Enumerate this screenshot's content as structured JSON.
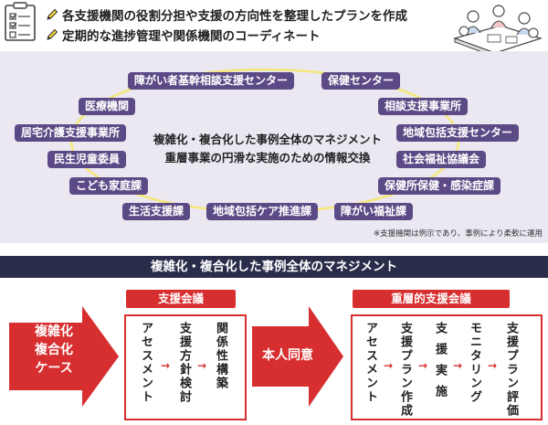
{
  "header": {
    "bullets": [
      "各支援機関の役割分担や支援の方向性を整理したプランを作成",
      "定期的な進捗管理や関係機関のコーディネート"
    ]
  },
  "network": {
    "tags": [
      "障がい者基幹相談支援センター",
      "保健センター",
      "医療機関",
      "相談支援事業所",
      "居宅介護支援事業所",
      "地域包括支援センター",
      "民生児童委員",
      "社会福祉協議会",
      "こども家庭課",
      "保健所保健・感染症課",
      "生活支援課",
      "地域包括ケア推進課",
      "障がい福祉課"
    ],
    "center_lines": [
      "複雑化・複合化した事例全体のマネジメント",
      "重層事業の円滑な実施のための情報交換"
    ],
    "note": "※支援機関は例示であり、事例により柔軟に運用"
  },
  "banner": "複雑化・複合化した事例全体のマネジメント",
  "flow": {
    "start_case": [
      "複雑化",
      "複合化",
      "ケース"
    ],
    "meeting1": {
      "label": "支援会議",
      "steps": [
        "アセスメント",
        "支援方針検討",
        "関係性構築"
      ]
    },
    "consent": "本人同意",
    "meeting2": {
      "label": "重層的支援会議",
      "steps": [
        "アセスメント",
        "支援プラン作成",
        "支援実施",
        "モニタリング",
        "支援プラン評価"
      ]
    },
    "step_arrow": "→"
  },
  "colors": {
    "accent_purple": "#5c4a86",
    "panel_lavender": "#ece8f2",
    "accent_red": "#d72e2f",
    "banner_navy": "#2a2d4a"
  },
  "icons": [
    "checklist-icon",
    "pencil-icon",
    "meeting-illustration"
  ]
}
